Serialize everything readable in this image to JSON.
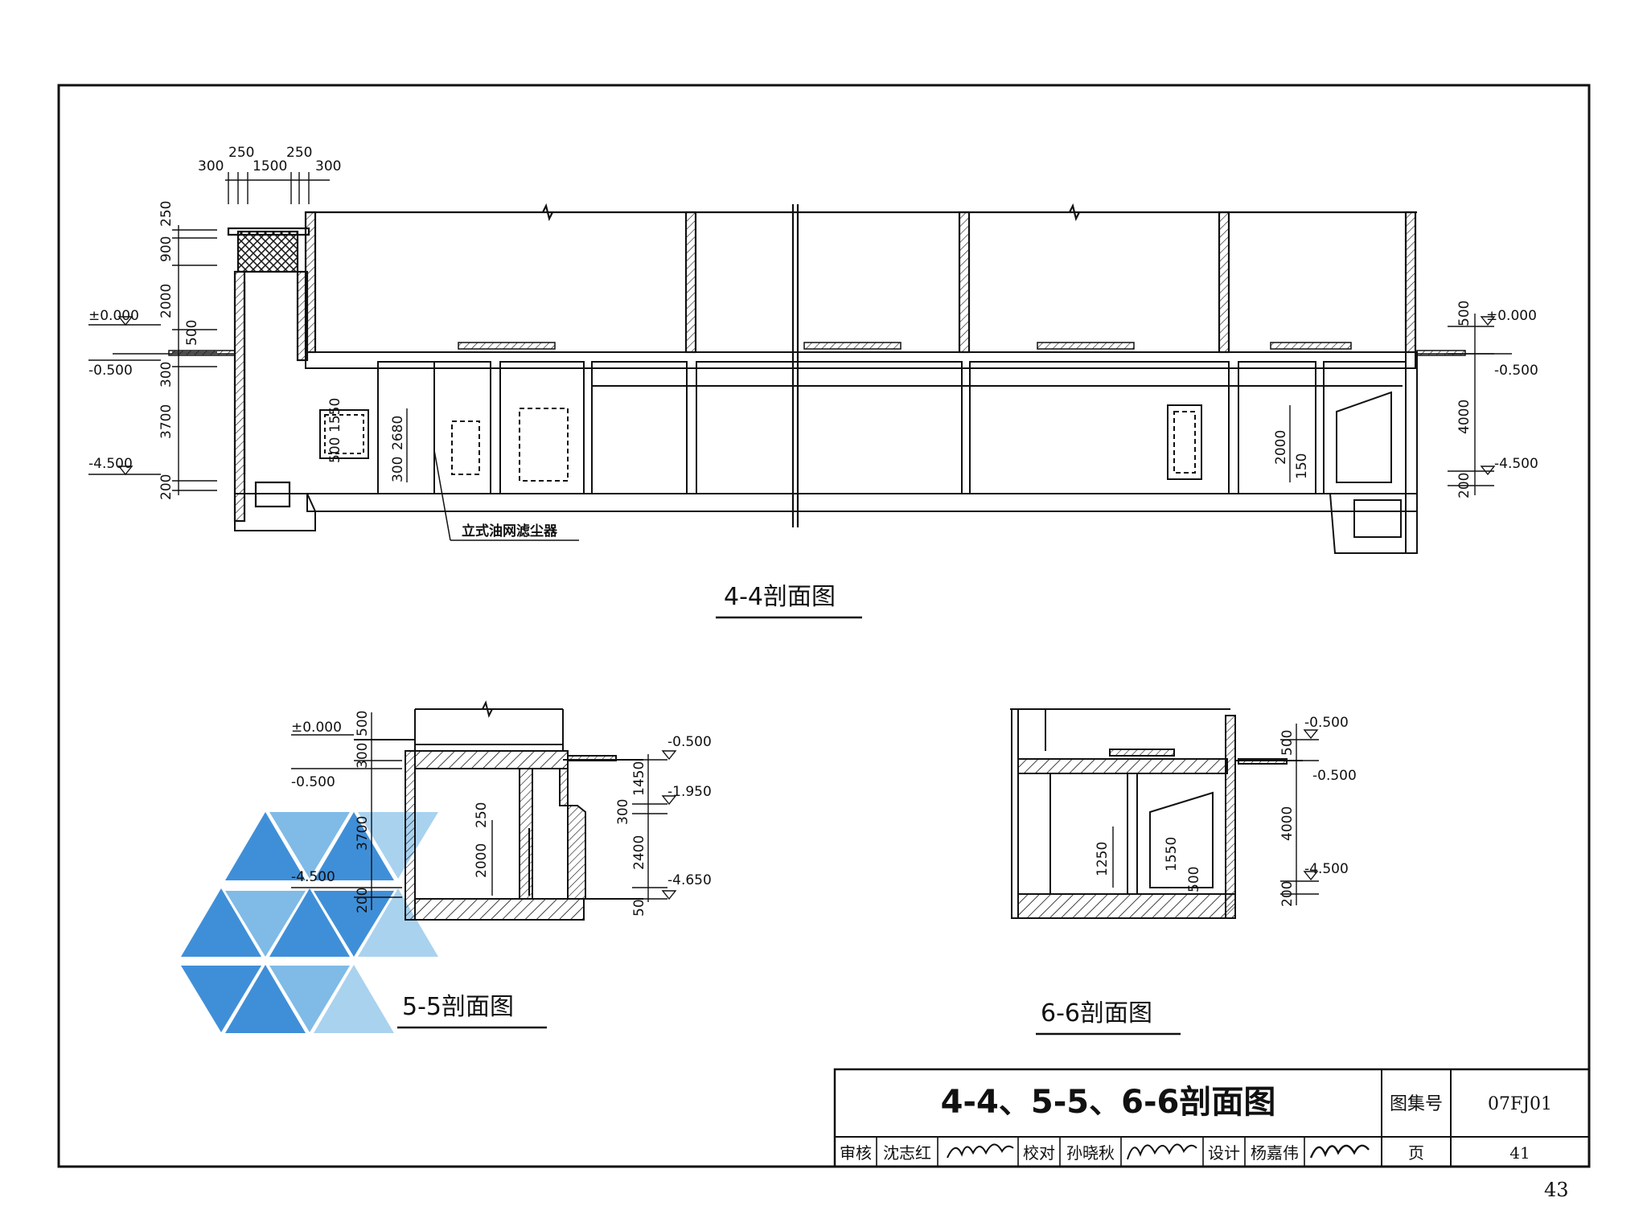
{
  "sections": {
    "s44": {
      "title": "4-4剖面图",
      "note": "立式油网滤尘器",
      "dims_top": [
        "300",
        "250",
        "1500",
        "250",
        "300"
      ],
      "dims_left": [
        "250",
        "900",
        "2000",
        "500",
        "300",
        "3700",
        "200"
      ],
      "dims_inner": [
        "500",
        "1550",
        "300",
        "2680",
        "2000",
        "150"
      ],
      "dims_right": [
        "500",
        "4000",
        "200"
      ],
      "elev_left": [
        "±0.000",
        "-0.500",
        "-4.500"
      ],
      "elev_right": [
        "±0.000",
        "-0.500",
        "-4.500"
      ]
    },
    "s55": {
      "title": "5-5剖面图",
      "dims_left": [
        "500",
        "300",
        "3700",
        "200"
      ],
      "dims_inner": [
        "250",
        "2000"
      ],
      "dims_right": [
        "1450",
        "300",
        "2400",
        "50"
      ],
      "elev_left": [
        "±0.000",
        "-0.500",
        "-4.500"
      ],
      "elev_right": [
        "-0.500",
        "-1.950",
        "-4.650"
      ]
    },
    "s66": {
      "title": "6-6剖面图",
      "dims_inner": [
        "1250",
        "1550",
        "500"
      ],
      "dims_right": [
        "500",
        "4000",
        "200"
      ],
      "elev_right": [
        "-0.500",
        "-0.500",
        "-4.500"
      ]
    }
  },
  "title_block": {
    "drawing_title": "4-4、5-5、6-6剖面图",
    "atlas_label": "图集号",
    "atlas_no": "07FJ01",
    "review_label": "审核",
    "reviewer": "沈志红",
    "check_label": "校对",
    "checker": "孙晓秋",
    "design_label": "设计",
    "designer": "杨嘉伟",
    "page_label": "页",
    "page_no": "41"
  },
  "page_number": "43",
  "colors": {
    "line": "#111111",
    "logo_dark": "#3f8fd8",
    "logo_light": "#a9d2ef"
  }
}
